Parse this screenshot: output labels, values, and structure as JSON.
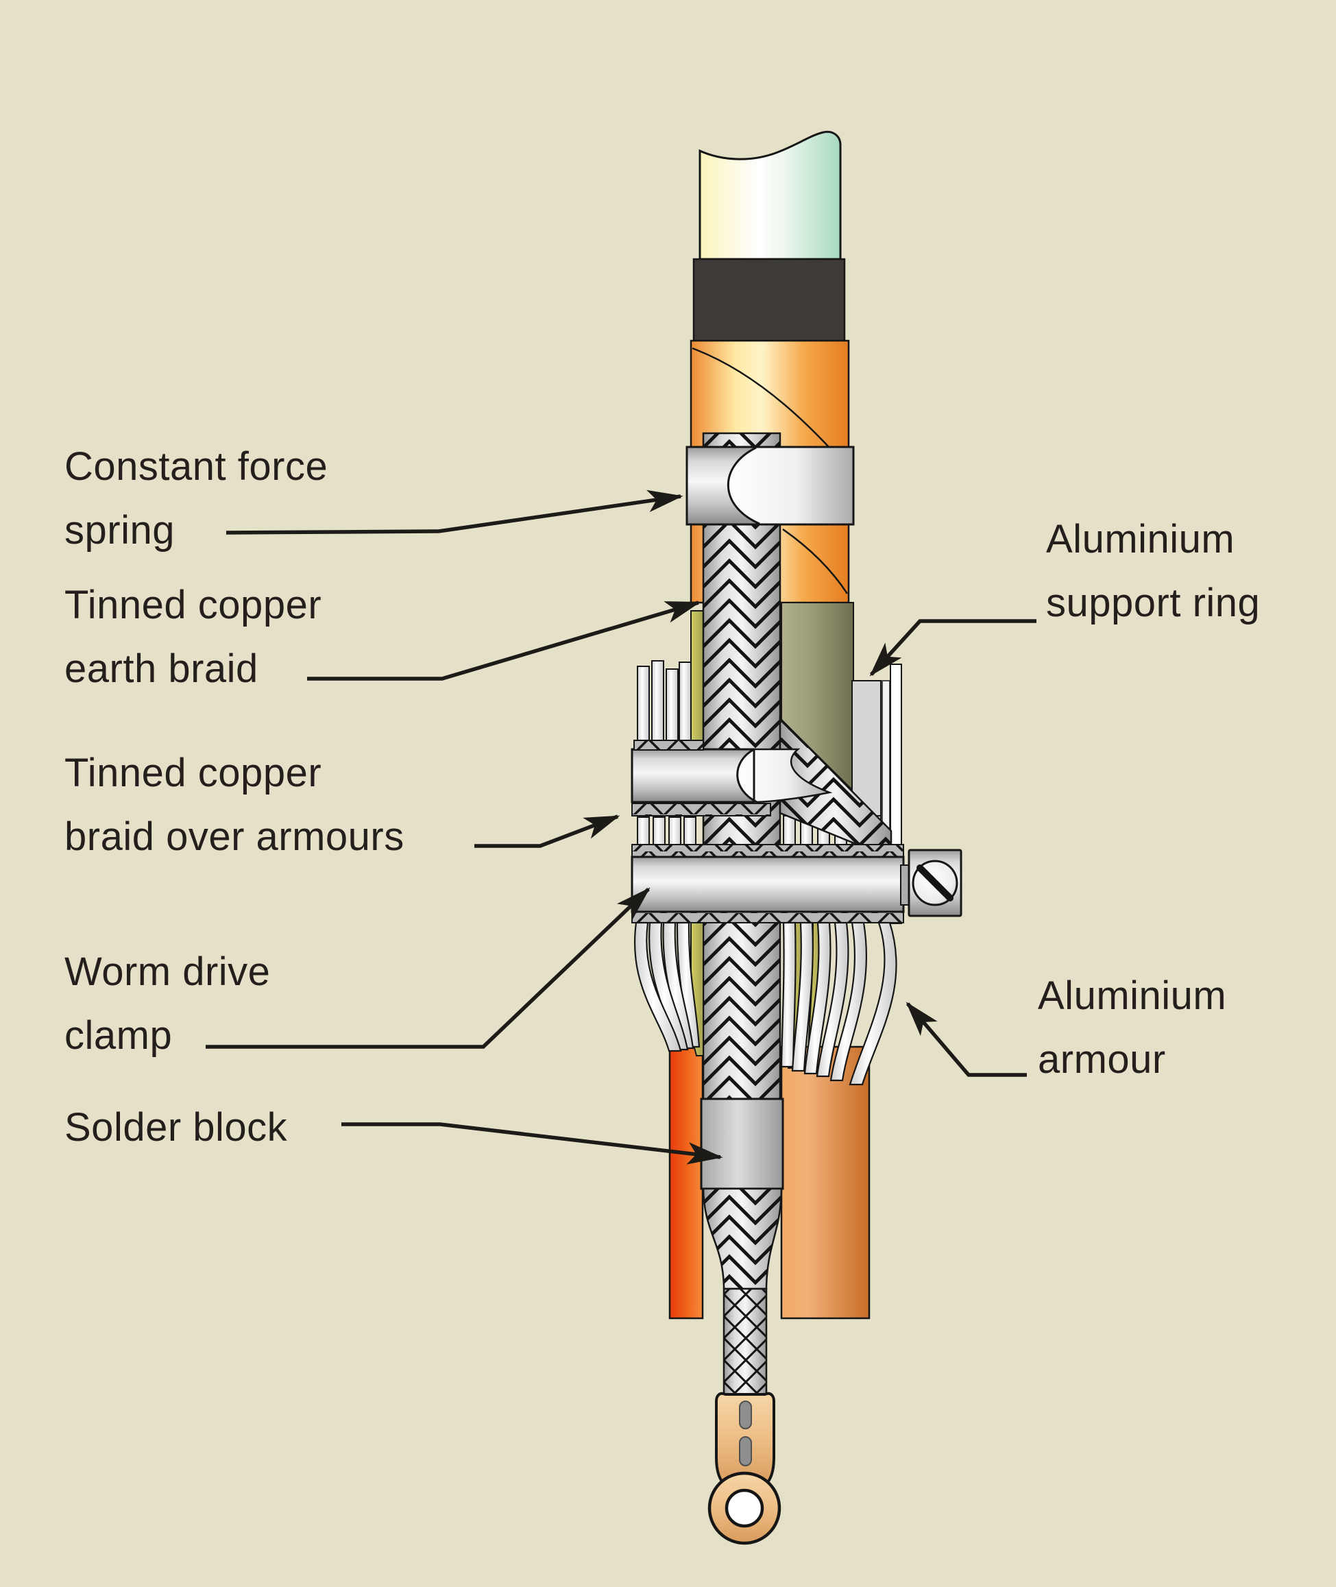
{
  "diagram": {
    "subject": "cable-termination-earthing-assembly",
    "labels": {
      "constant_force_spring": {
        "line1": "Constant force",
        "line2": "spring"
      },
      "tinned_copper_earth_braid": {
        "line1": "Tinned copper",
        "line2": "earth braid"
      },
      "tinned_copper_braid_over_armours": {
        "line1": "Tinned copper",
        "line2": "braid over armours"
      },
      "worm_drive_clamp": {
        "line1": "Worm drive",
        "line2": "clamp"
      },
      "solder_block": {
        "line1": "Solder block",
        "line2": ""
      },
      "aluminium_support_ring": {
        "line1": "Aluminium",
        "line2": "support ring"
      },
      "aluminium_armour": {
        "line1": "Aluminium",
        "line2": "armour"
      }
    },
    "colors": {
      "background": "#e4e1c8",
      "label_text": "#241f1d",
      "leader_line": "#1d1b18",
      "insulation_yellow": "#faf4bb",
      "insulation_green": "#a7dabf",
      "semicon_black": "#3e3a37",
      "copper_tape_orange": "#f5a94b",
      "oversheath_olive": "#9b9a77",
      "metal_silver": "#d8d8d8",
      "inner_sheath_red_orange": "#f0661c",
      "outer_sheath_copper_orange": "#e8954e",
      "lug_copper": "#eec089"
    }
  }
}
